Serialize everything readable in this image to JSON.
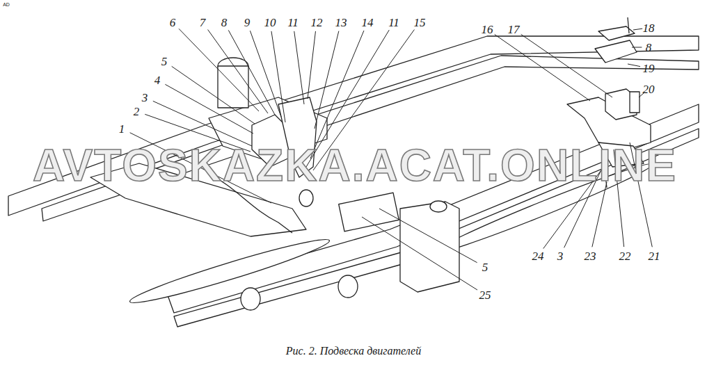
{
  "diagram": {
    "caption": "Рис. 2. Подвеска двигателей",
    "labels": [
      "AD",
      "6",
      "7",
      "8",
      "9",
      "10",
      "11",
      "12",
      "13",
      "14",
      "11",
      "15",
      "5",
      "4",
      "3",
      "2",
      "1",
      "16",
      "17",
      "18",
      "8",
      "19",
      "20",
      "24",
      "3",
      "23",
      "22",
      "21",
      "5",
      "25",
      "AVTOSKAZKA.ACAT.ONLINE"
    ]
  }
}
